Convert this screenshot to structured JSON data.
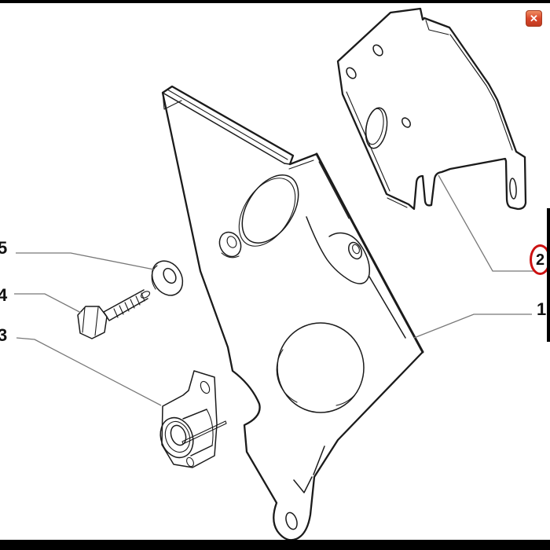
{
  "window": {
    "close_button": {
      "glyph": "✕"
    }
  },
  "diagram": {
    "type": "exploded-parts-diagram",
    "callouts": {
      "part1": {
        "label": "1",
        "highlighted": false
      },
      "part2": {
        "label": "2",
        "highlighted": true
      },
      "part3": {
        "label": "3",
        "highlighted": false
      },
      "part4": {
        "label": "4",
        "highlighted": false
      },
      "part5": {
        "label": "5",
        "highlighted": false
      }
    }
  },
  "colors": {
    "line": "#1b1b1b",
    "leader": "#787878",
    "highlight": "#cc1111",
    "close_button_bg": "#d9472b",
    "close_button_border": "#a63a1f",
    "frame": "#000000"
  }
}
